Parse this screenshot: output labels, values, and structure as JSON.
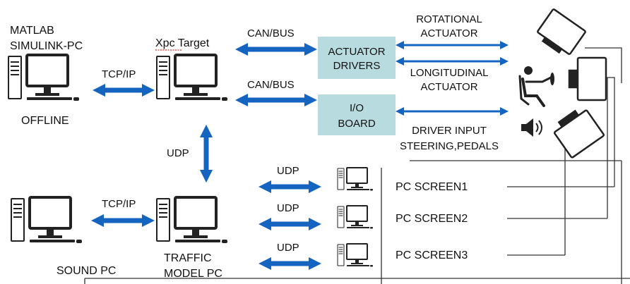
{
  "colors": {
    "arrow": "#1565c0",
    "box": "#b8dbe0",
    "line": "#333333",
    "pc": "#222222"
  },
  "nodes": {
    "matlab_pc": {
      "title_line1": "MATLAB",
      "title_line2": "SIMULINK-PC",
      "subtitle": "OFFLINE"
    },
    "xpc_target": {
      "title": "Xpc Target"
    },
    "sound_pc": {
      "title": "SOUND PC"
    },
    "traffic_pc": {
      "title_line1": "TRAFFIC",
      "title_line2": "MODEL PC"
    },
    "actuator_drivers": {
      "line1": "ACTUATOR",
      "line2": "DRIVERS"
    },
    "io_board": {
      "line1": "I/O",
      "line2": "BOARD"
    },
    "screens": [
      {
        "label": "PC SCREEN1"
      },
      {
        "label": "PC SCREEN2"
      },
      {
        "label": "PC SCREEN3"
      }
    ]
  },
  "links": {
    "matlab_xpc": "TCP/IP",
    "xpc_actuator": "CAN/BUS",
    "xpc_io": "CAN/BUS",
    "xpc_traffic": "UDP",
    "sound_traffic": "TCP/IP",
    "traffic_screen1": "UDP",
    "traffic_screen2": "UDP",
    "traffic_screen3": "UDP"
  },
  "signals": {
    "rotational_line1": "ROTATIONAL",
    "rotational_line2": "ACTUATOR",
    "longitudinal_line1": "LONGITUDINAL",
    "longitudinal_line2": "ACTUATOR",
    "driver_input_line1": "DRIVER INPUT",
    "driver_input_line2": "STEERING,PEDALS"
  },
  "icons": [
    "desktop-pc-icon",
    "driver-seat-icon",
    "speaker-icon",
    "display-screen-icon"
  ]
}
